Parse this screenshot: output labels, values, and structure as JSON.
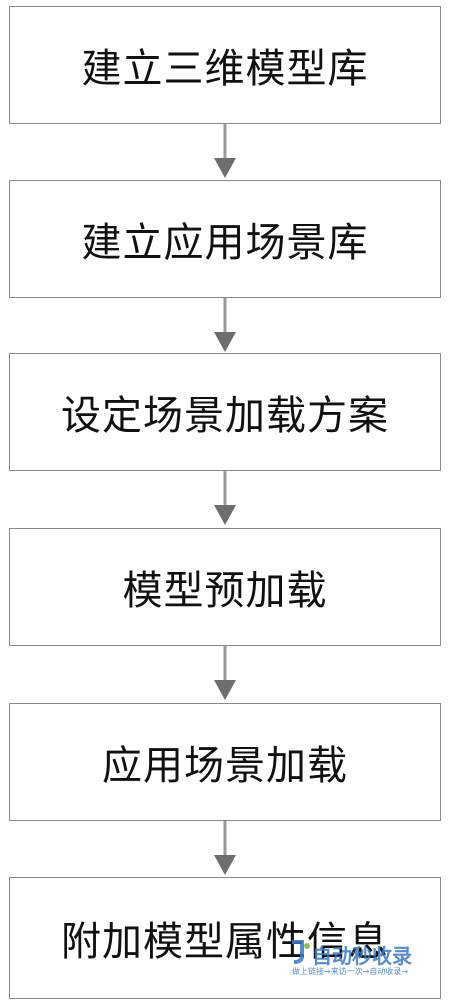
{
  "steps": [
    {
      "label": "建立三维模型库"
    },
    {
      "label": "建立应用场景库"
    },
    {
      "label": "设定场景加载方案"
    },
    {
      "label": "模型预加载"
    },
    {
      "label": "应用场景加载"
    },
    {
      "label": "附加模型属性信息"
    }
  ],
  "colors": {
    "border": "#8a8a8a",
    "arrow": "#6e6e6e",
    "text": "#111111",
    "watermark": "#3b78c2"
  },
  "watermark": {
    "title": "自动秒收录",
    "subtitle": "做上链接→来访一次→自动收录→"
  }
}
